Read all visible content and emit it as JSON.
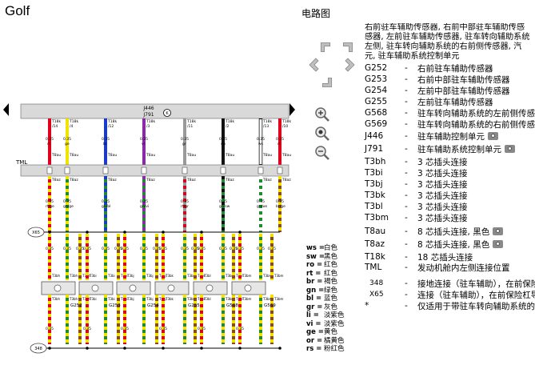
{
  "brand": "Golf",
  "diagram_title": "电路图",
  "description_lines": [
    "右前驻车辅助传感器, 右前中部驻车辅助传感",
    "感器, 左前驻车辅助传感器, 驻车转向辅助系统",
    "左侧, 驻车转向辅助系统的右前侧传感器, 汽",
    "元, 驻车辅助系统控制单元"
  ],
  "legend": [
    {
      "code": "G252",
      "text": "右前驻车辅助传感器",
      "camera": false
    },
    {
      "code": "G253",
      "text": "右前中部驻车辅助传感器",
      "camera": false
    },
    {
      "code": "G254",
      "text": "左前中部驻车辅助传感器",
      "camera": false
    },
    {
      "code": "G255",
      "text": "左前驻车辅助传感器",
      "camera": false
    },
    {
      "code": "G568",
      "text": "驻车转向辅助系统的左前侧传感器",
      "camera": false
    },
    {
      "code": "G569",
      "text": "驻车转向辅助系统的右前侧传感器",
      "camera": false
    },
    {
      "code": "J446",
      "text": "驻车辅助控制单元",
      "camera": true
    },
    {
      "code": "J791",
      "text": "驻车辅助系统控制单元",
      "camera": true
    },
    {
      "code": "T3bh",
      "text": "3 芯插头连接",
      "camera": false
    },
    {
      "code": "T3bi",
      "text": "3 芯插头连接",
      "camera": false
    },
    {
      "code": "T3bj",
      "text": "3 芯插头连接",
      "camera": false
    },
    {
      "code": "T3bk",
      "text": "3 芯插头连接",
      "camera": false
    },
    {
      "code": "T3bl",
      "text": "3 芯插头连接",
      "camera": false
    },
    {
      "code": "T3bm",
      "text": "3 芯插头连接",
      "camera": false
    },
    {
      "code": "T8au",
      "text": "8 芯插头连接, 黑色",
      "camera": true
    },
    {
      "code": "T8az",
      "text": "8 芯插头连接, 黑色",
      "camera": true
    },
    {
      "code": "T18k",
      "text": "18 芯插头连接",
      "camera": false
    },
    {
      "code": "TML",
      "text": "发动机舱内左侧连接位置",
      "camera": false
    },
    {
      "code": "348",
      "text": "接地连接（驻车辅助），在前保险",
      "camera": false
    },
    {
      "code": "X65",
      "text": "连接（驻车辅助），在前保险杠导",
      "camera": false
    },
    {
      "code": "*",
      "text": "仅适用于带驻车转向辅助系统的汽",
      "camera": false
    }
  ],
  "color_legend": [
    {
      "code": "ws",
      "name": "白色"
    },
    {
      "code": "sw",
      "name": "黑色"
    },
    {
      "code": "ro",
      "name": "红色"
    },
    {
      "code": "rt",
      "name": "红色"
    },
    {
      "code": "br",
      "name": "褐色"
    },
    {
      "code": "gn",
      "name": "绿色"
    },
    {
      "code": "bl",
      "name": "蓝色"
    },
    {
      "code": "gr",
      "name": "灰色"
    },
    {
      "code": "li",
      "name": "淡紫色"
    },
    {
      "code": "vi",
      "name": "淡紫色"
    },
    {
      "code": "ge",
      "name": "黄色"
    },
    {
      "code": "or",
      "name": "橘黄色"
    },
    {
      "code": "rs",
      "name": "粉红色"
    }
  ],
  "diagram": {
    "unit_label_top": "J446",
    "unit_label_bottom": "J791",
    "tml_label": "TML",
    "x65_label": "X65",
    "ground_label": "348",
    "wire_gauge": "0.35",
    "sensors": [
      "G252",
      "G253",
      "G254",
      "G255",
      "G568",
      "G569"
    ],
    "sensor_connectors": [
      "T3bh",
      "T3bi",
      "T3bj",
      "T3bk",
      "T3bl",
      "T3bm"
    ],
    "connector_top": "T18k",
    "connector_mid_top": "T8au",
    "connector_mid_bottom": "T8az",
    "top_wire_colors": [
      "rt",
      "ge",
      "bl",
      "vi",
      "gr",
      "sw",
      "ws",
      "rt"
    ],
    "top_wire_pins": [
      "/14",
      "/4",
      "/12",
      "/3",
      "/11",
      "/2",
      "/13",
      "/10"
    ],
    "mid_wire_colors": [
      "rt/ge",
      "gn/ge",
      "gn/bl",
      "gn/vi",
      "rt/gr",
      "gn/sw",
      "gn/ws",
      "br/ge"
    ],
    "bottom_pin_labels": [
      "/1",
      "/2",
      "/3",
      "/1",
      "/2",
      "/3",
      "/1",
      "/2",
      "/3",
      "/1",
      "/2",
      "/3",
      "/1",
      "/2",
      "/3",
      "/1",
      "/2",
      "/3"
    ]
  },
  "colors": {
    "red": "#e0001b",
    "yellow": "#f2e200",
    "blue": "#1a3cc8",
    "violet": "#8a2aa8",
    "grey": "#9a9a9a",
    "black": "#111111",
    "white": "#ffffff",
    "green": "#1f8a2e",
    "brown": "#8a4b1c",
    "bar": "#d9d9d9"
  }
}
